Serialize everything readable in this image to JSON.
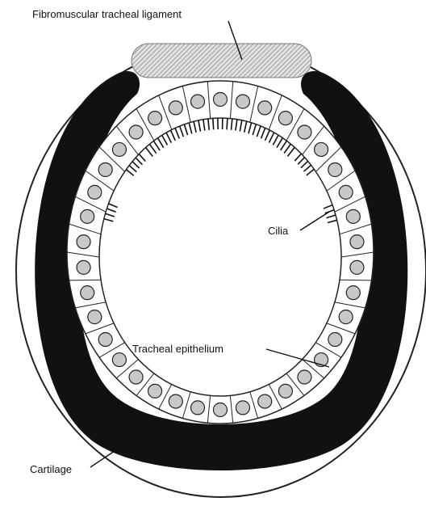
{
  "labels": {
    "ligament": "Fibromuscular tracheal ligament",
    "cilia": "Cilia",
    "epithelium": "Tracheal epithelium",
    "cartilage": "Cartilage"
  },
  "cells": {
    "count": 38
  },
  "colors": {
    "cartilage": "#111111",
    "nucleus": "#c8c8c8",
    "outline": "#222222",
    "ligament": "#bdbdbd",
    "background": "#ffffff"
  }
}
